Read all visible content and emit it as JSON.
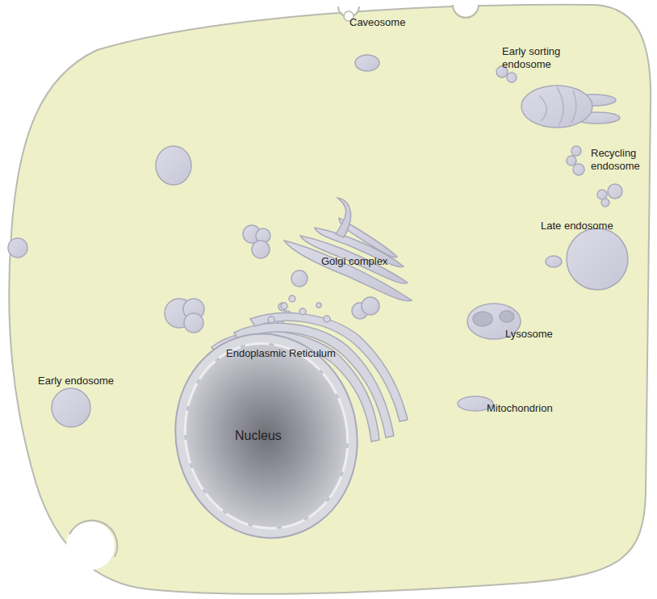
{
  "diagram": {
    "labels": [
      "Caveosome",
      "Early sorting endosome",
      "Recycling endosome",
      "Late endosome",
      "Golgi complex",
      "Lysosome",
      "Endoplasmic Reticulum",
      "Early endosome",
      "Nucleus",
      "Mitochondrion"
    ]
  }
}
